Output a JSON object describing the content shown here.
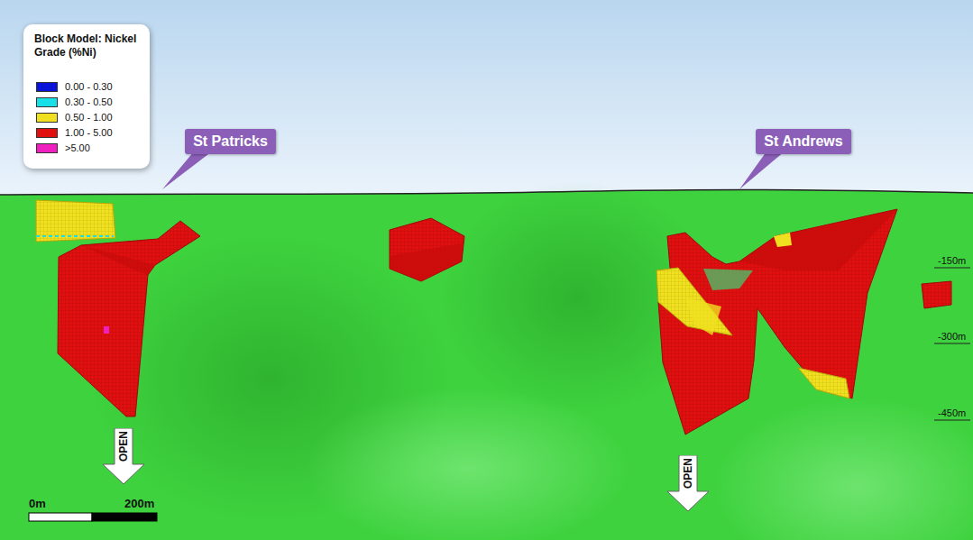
{
  "diagram": {
    "nodes": [
      {
        "text": [
          "St Patricks"
        ]
      },
      {
        "text": [
          "St Andrews"
        ]
      },
      {
        "text": [
          "OPEN"
        ]
      },
      {
        "text": [
          "OPEN"
        ]
      }
    ],
    "labels": [
      "Block Model: Nickel Grade (%Ni)",
      "-150m",
      "-300m",
      "-450m",
      "0m",
      "200m"
    ],
    "legend": [
      {
        "text": "0.00 - 0.30",
        "color": "#0a14d8"
      },
      {
        "text": "0.30 - 0.50",
        "color": "#19e0e8"
      },
      {
        "text": "0.50 - 1.00",
        "color": "#f0e020"
      },
      {
        "text": "1.00 - 5.00",
        "color": "#e01010"
      },
      {
        "text": ">5.00",
        "color": "#f020c0"
      }
    ]
  }
}
